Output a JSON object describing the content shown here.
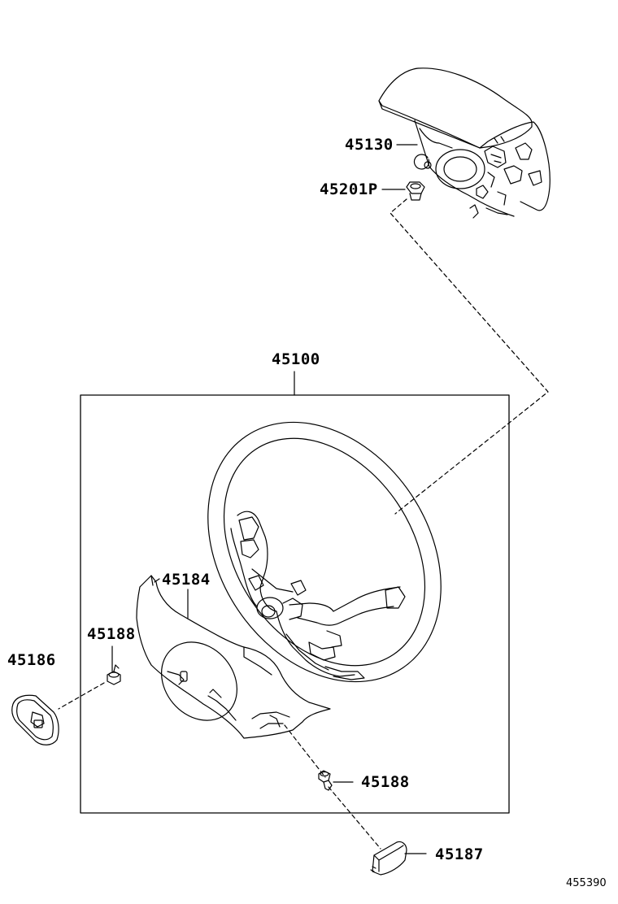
{
  "parts": {
    "airbag": "45130",
    "nut": "45201P",
    "steering_wheel_assy": "45100",
    "lower_cover": "45184",
    "screw_left": "45188",
    "screw_bottom": "45188",
    "left_cover": "45186",
    "bottom_cover": "45187"
  },
  "diagram_code": "455390"
}
